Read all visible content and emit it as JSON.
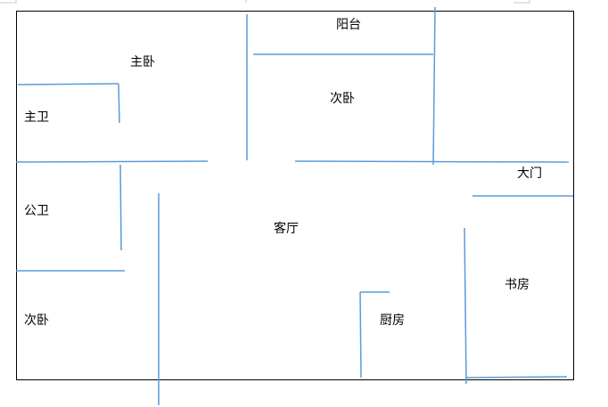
{
  "floor_plan": {
    "rooms": {
      "balcony": "阳台",
      "master_bedroom": "主卧",
      "second_bedroom_top": "次卧",
      "master_bath": "主卫",
      "front_door": "大门",
      "public_bath": "公卫",
      "living_room": "客厅",
      "study": "书房",
      "second_bedroom_bottom": "次卧",
      "kitchen": "厨房"
    },
    "colors": {
      "wall": "#5b9bd5",
      "outline": "#000000",
      "label": "#000000"
    }
  }
}
